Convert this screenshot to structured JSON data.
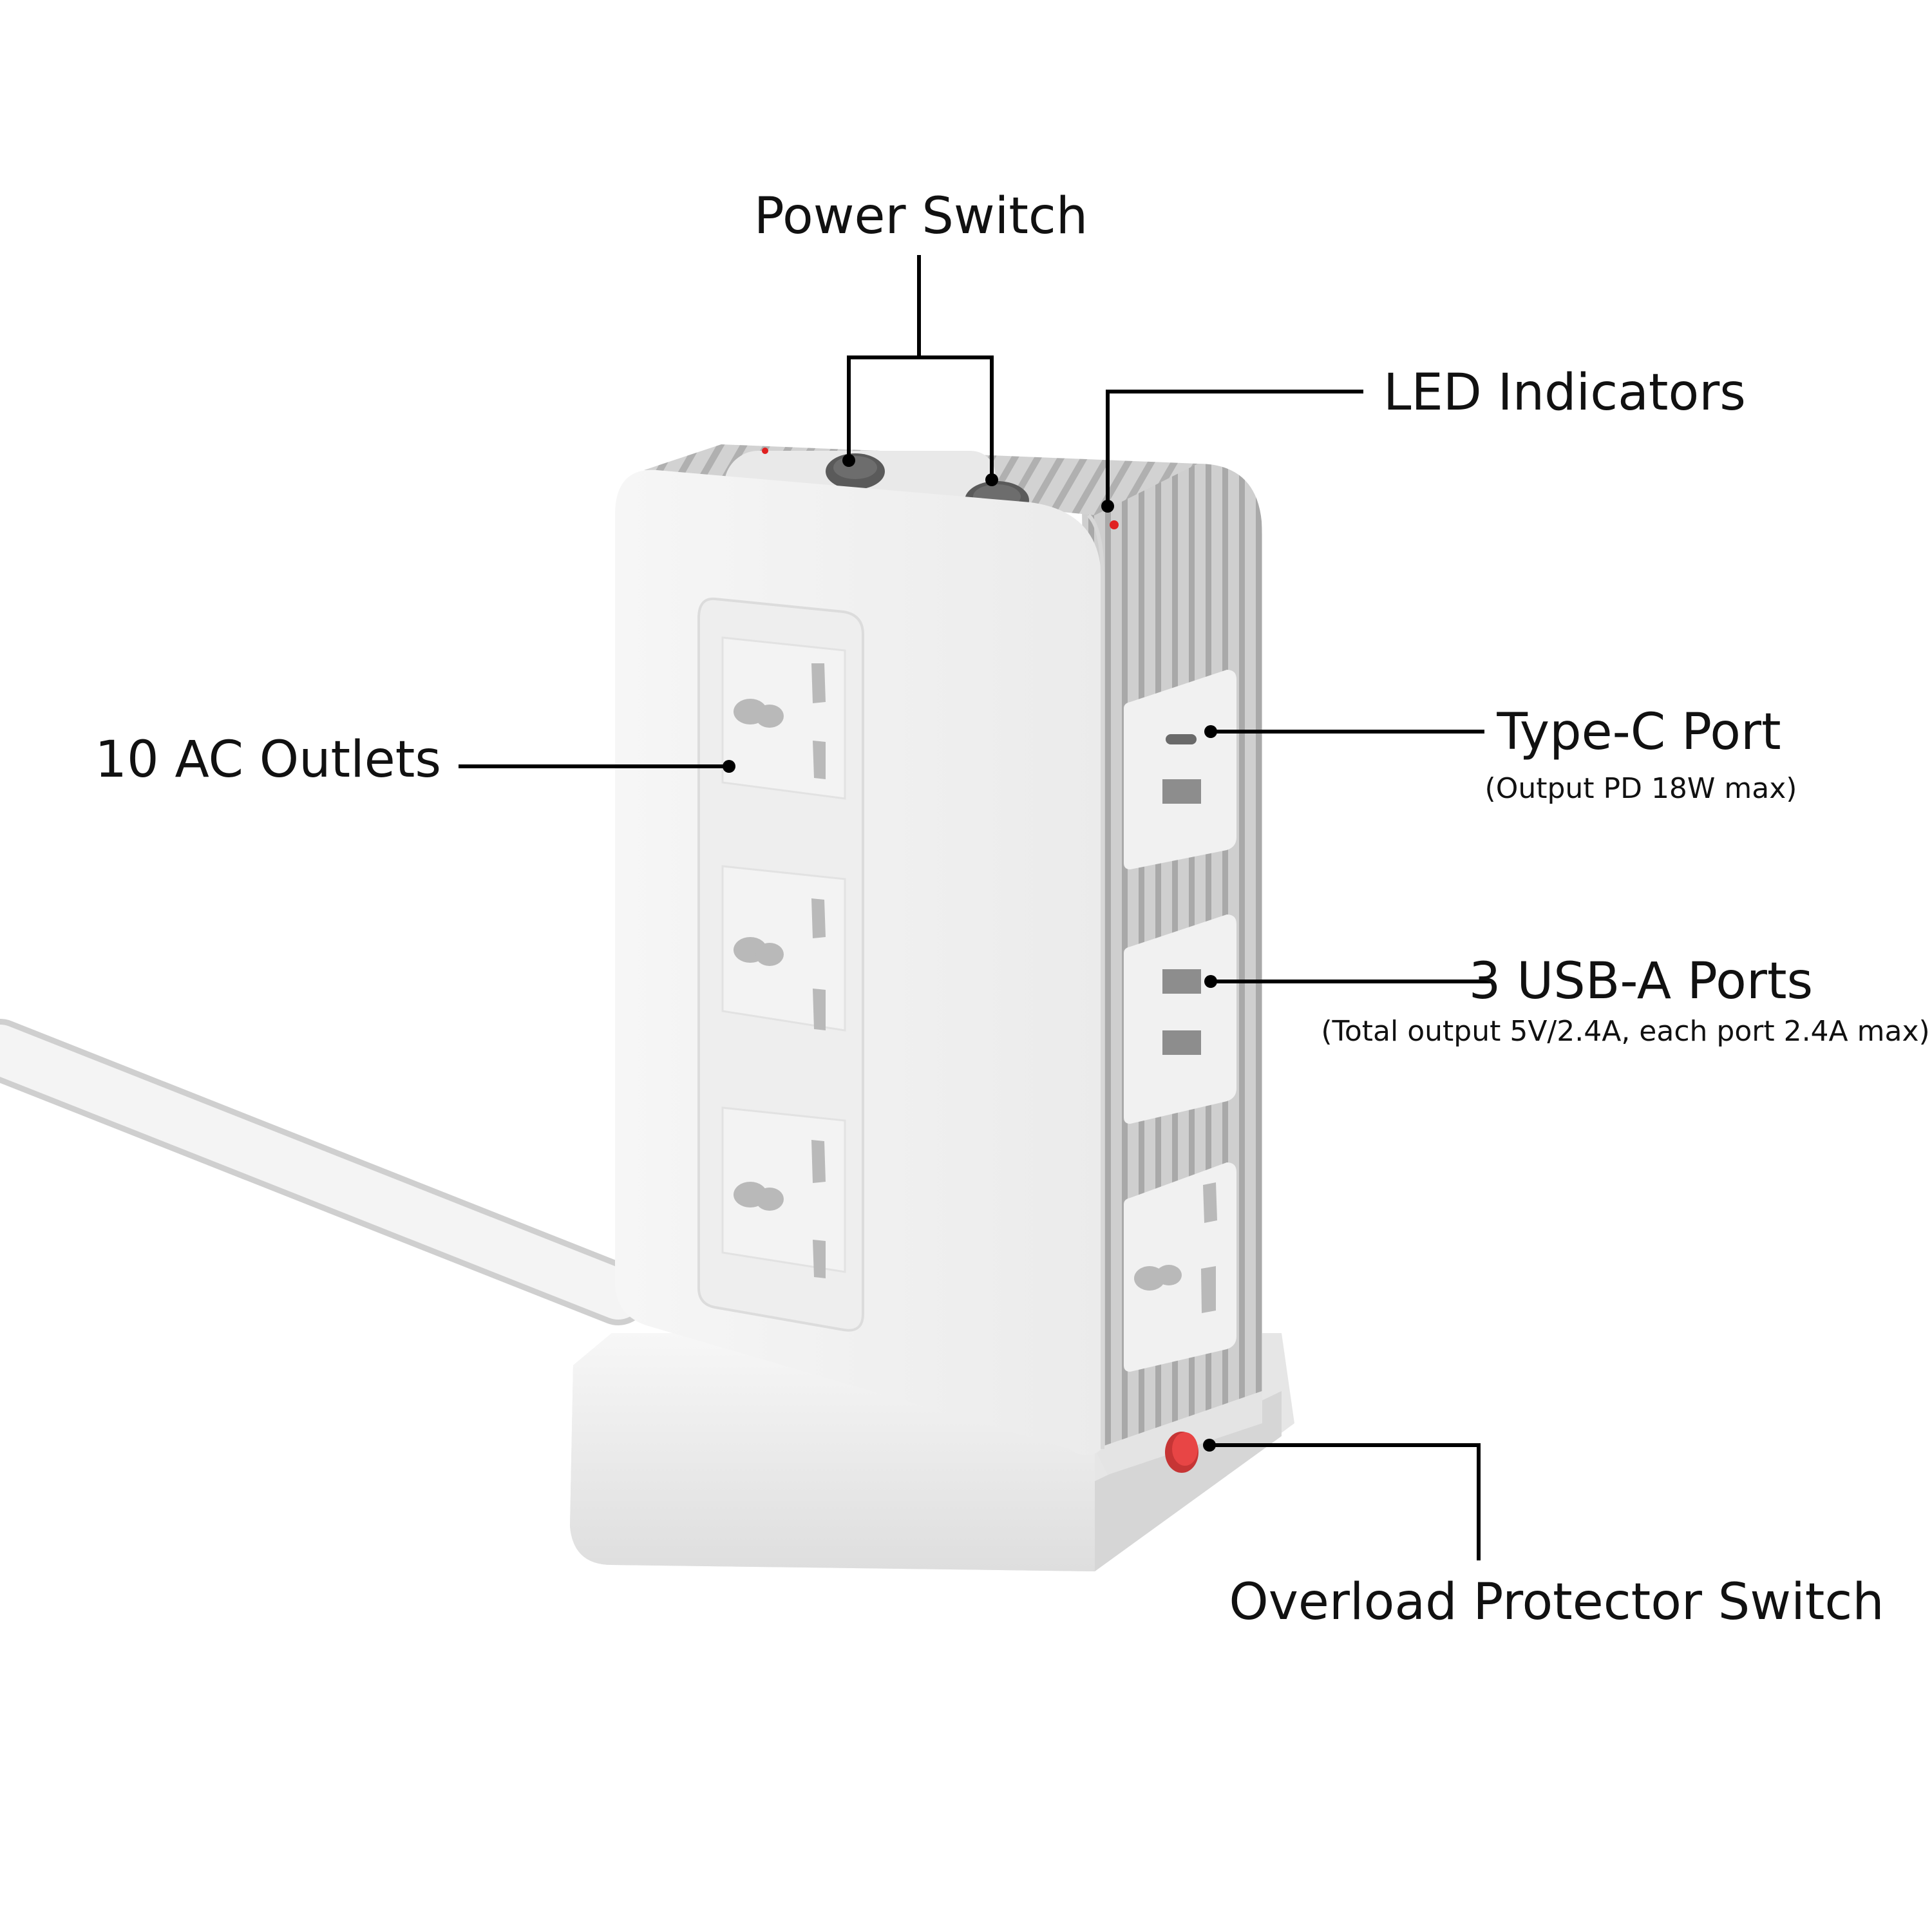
{
  "callouts": {
    "power_switch": "Power Switch",
    "led_indicators": "LED Indicators",
    "ac_outlets": "10 AC Outlets",
    "type_c_port": "Type-C Port",
    "type_c_port_detail": "(Output PD 18W max)",
    "usb_a_ports": "3 USB-A Ports",
    "usb_a_ports_detail": "(Total output 5V/2.4A, each port 2.4A max)",
    "overload_switch": "Overload Protector Switch"
  },
  "colors": {
    "body": "#f1f1f1",
    "housing_side": "#c9c9c9",
    "rib": "#a9a9a9",
    "switch": "#5a5a5a",
    "led": "#e02020",
    "overload_button": "#e84545",
    "leader": "#000000"
  }
}
